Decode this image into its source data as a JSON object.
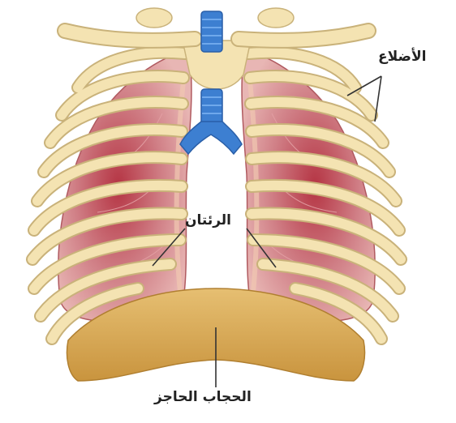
{
  "labels": {
    "ribs": "الأضلاع",
    "lungs": "الرئتان",
    "diaphragm": "الحجاب الحاجز"
  },
  "colors": {
    "bone": "#f3e1ad",
    "bone_stroke": "#c9b27a",
    "lung": "#d9888e",
    "lung_dark": "#a8283a",
    "trachea": "#3d7fd1",
    "diaphragm": "#d7a757",
    "leader": "#333333"
  }
}
